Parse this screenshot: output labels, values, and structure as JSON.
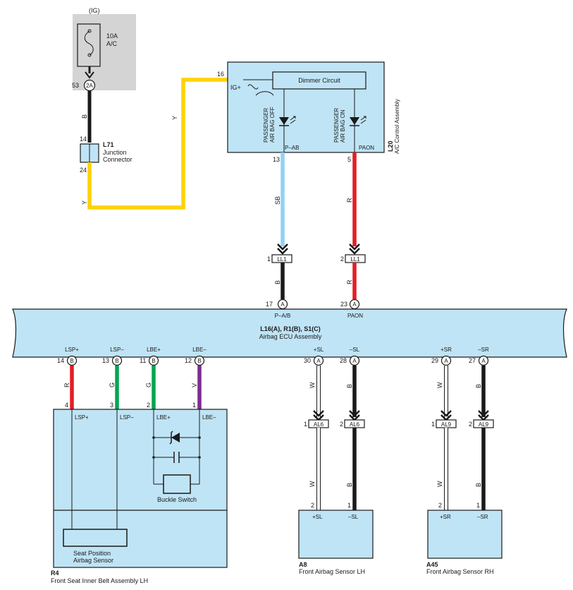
{
  "power": {
    "ig": "(IG)",
    "fuse_amp": "10A",
    "fuse_name": "A/C",
    "pin": "53",
    "connector": "2A"
  },
  "junction": {
    "code": "L71",
    "name1": "Junction",
    "name2": "Connector",
    "pin_top": "14",
    "pin_bottom": "24"
  },
  "ac_control": {
    "code": "L20",
    "name": "A/C Control Assembly",
    "pin_ig": "16",
    "ig_label": "IG+",
    "dimmer": "Dimmer Circuit",
    "led1_line1": "PASSENGER",
    "led1_line2": "AIR BAG OFF",
    "led2_line1": "PASSENGER",
    "led2_line2": "AIR BAG ON",
    "out1_label": "P–AB",
    "out1_pin": "13",
    "out2_label": "PAON",
    "out2_pin": "5"
  },
  "wires": {
    "b": "B",
    "y": "Y",
    "sb": "SB",
    "r": "R",
    "g": "G",
    "v": "V",
    "w": "W"
  },
  "ll1": {
    "code": "LL1",
    "pin1": "1",
    "pin2": "2"
  },
  "ecu": {
    "title": "L16(A), R1(B), S1(C)",
    "name": "Airbag ECU Assembly",
    "top_pins": [
      {
        "pin": "17",
        "conn": "A",
        "label": "P–A/B"
      },
      {
        "pin": "23",
        "conn": "A",
        "label": "PAON"
      }
    ],
    "bottom_pins": [
      {
        "pin": "14",
        "conn": "B",
        "label": "LSP+"
      },
      {
        "pin": "13",
        "conn": "B",
        "label": "LSP–"
      },
      {
        "pin": "11",
        "conn": "B",
        "label": "LBE+"
      },
      {
        "pin": "12",
        "conn": "B",
        "label": "LBE–"
      },
      {
        "pin": "30",
        "conn": "A",
        "label": "+SL"
      },
      {
        "pin": "28",
        "conn": "A",
        "label": "–SL"
      },
      {
        "pin": "29",
        "conn": "A",
        "label": "+SR"
      },
      {
        "pin": "27",
        "conn": "A",
        "label": "–SR"
      }
    ]
  },
  "r4": {
    "code": "R4",
    "name": "Front Seat Inner Belt Assembly LH",
    "pins": [
      "4",
      "3",
      "2",
      "1"
    ],
    "labels": [
      "LSP+",
      "LSP–",
      "LBE+",
      "LBE–"
    ],
    "buckle": "Buckle Switch",
    "sensor1": "Seat Position",
    "sensor2": "Airbag Sensor"
  },
  "al6": {
    "code": "AL6",
    "pin1": "1",
    "pin2": "2"
  },
  "al9": {
    "code": "AL9",
    "pin1": "1",
    "pin2": "2"
  },
  "a8": {
    "code": "A8",
    "name": "Front Airbag Sensor LH",
    "pin_l": "2",
    "pin_r": "1",
    "label_l": "+SL",
    "label_r": "–SL"
  },
  "a45": {
    "code": "A45",
    "name": "Front Airbag Sensor RH",
    "pin_l": "2",
    "pin_r": "1",
    "label_l": "+SR",
    "label_r": "–SR"
  },
  "colors": {
    "box_fill": "#bfe4f5",
    "gray": "#d4d4d4",
    "yellow": "#ffd200",
    "red": "#e31e24",
    "light_blue": "#8fd3f4",
    "green": "#00a651",
    "violet": "#7b2d8e",
    "black": "#1a1a1a"
  }
}
